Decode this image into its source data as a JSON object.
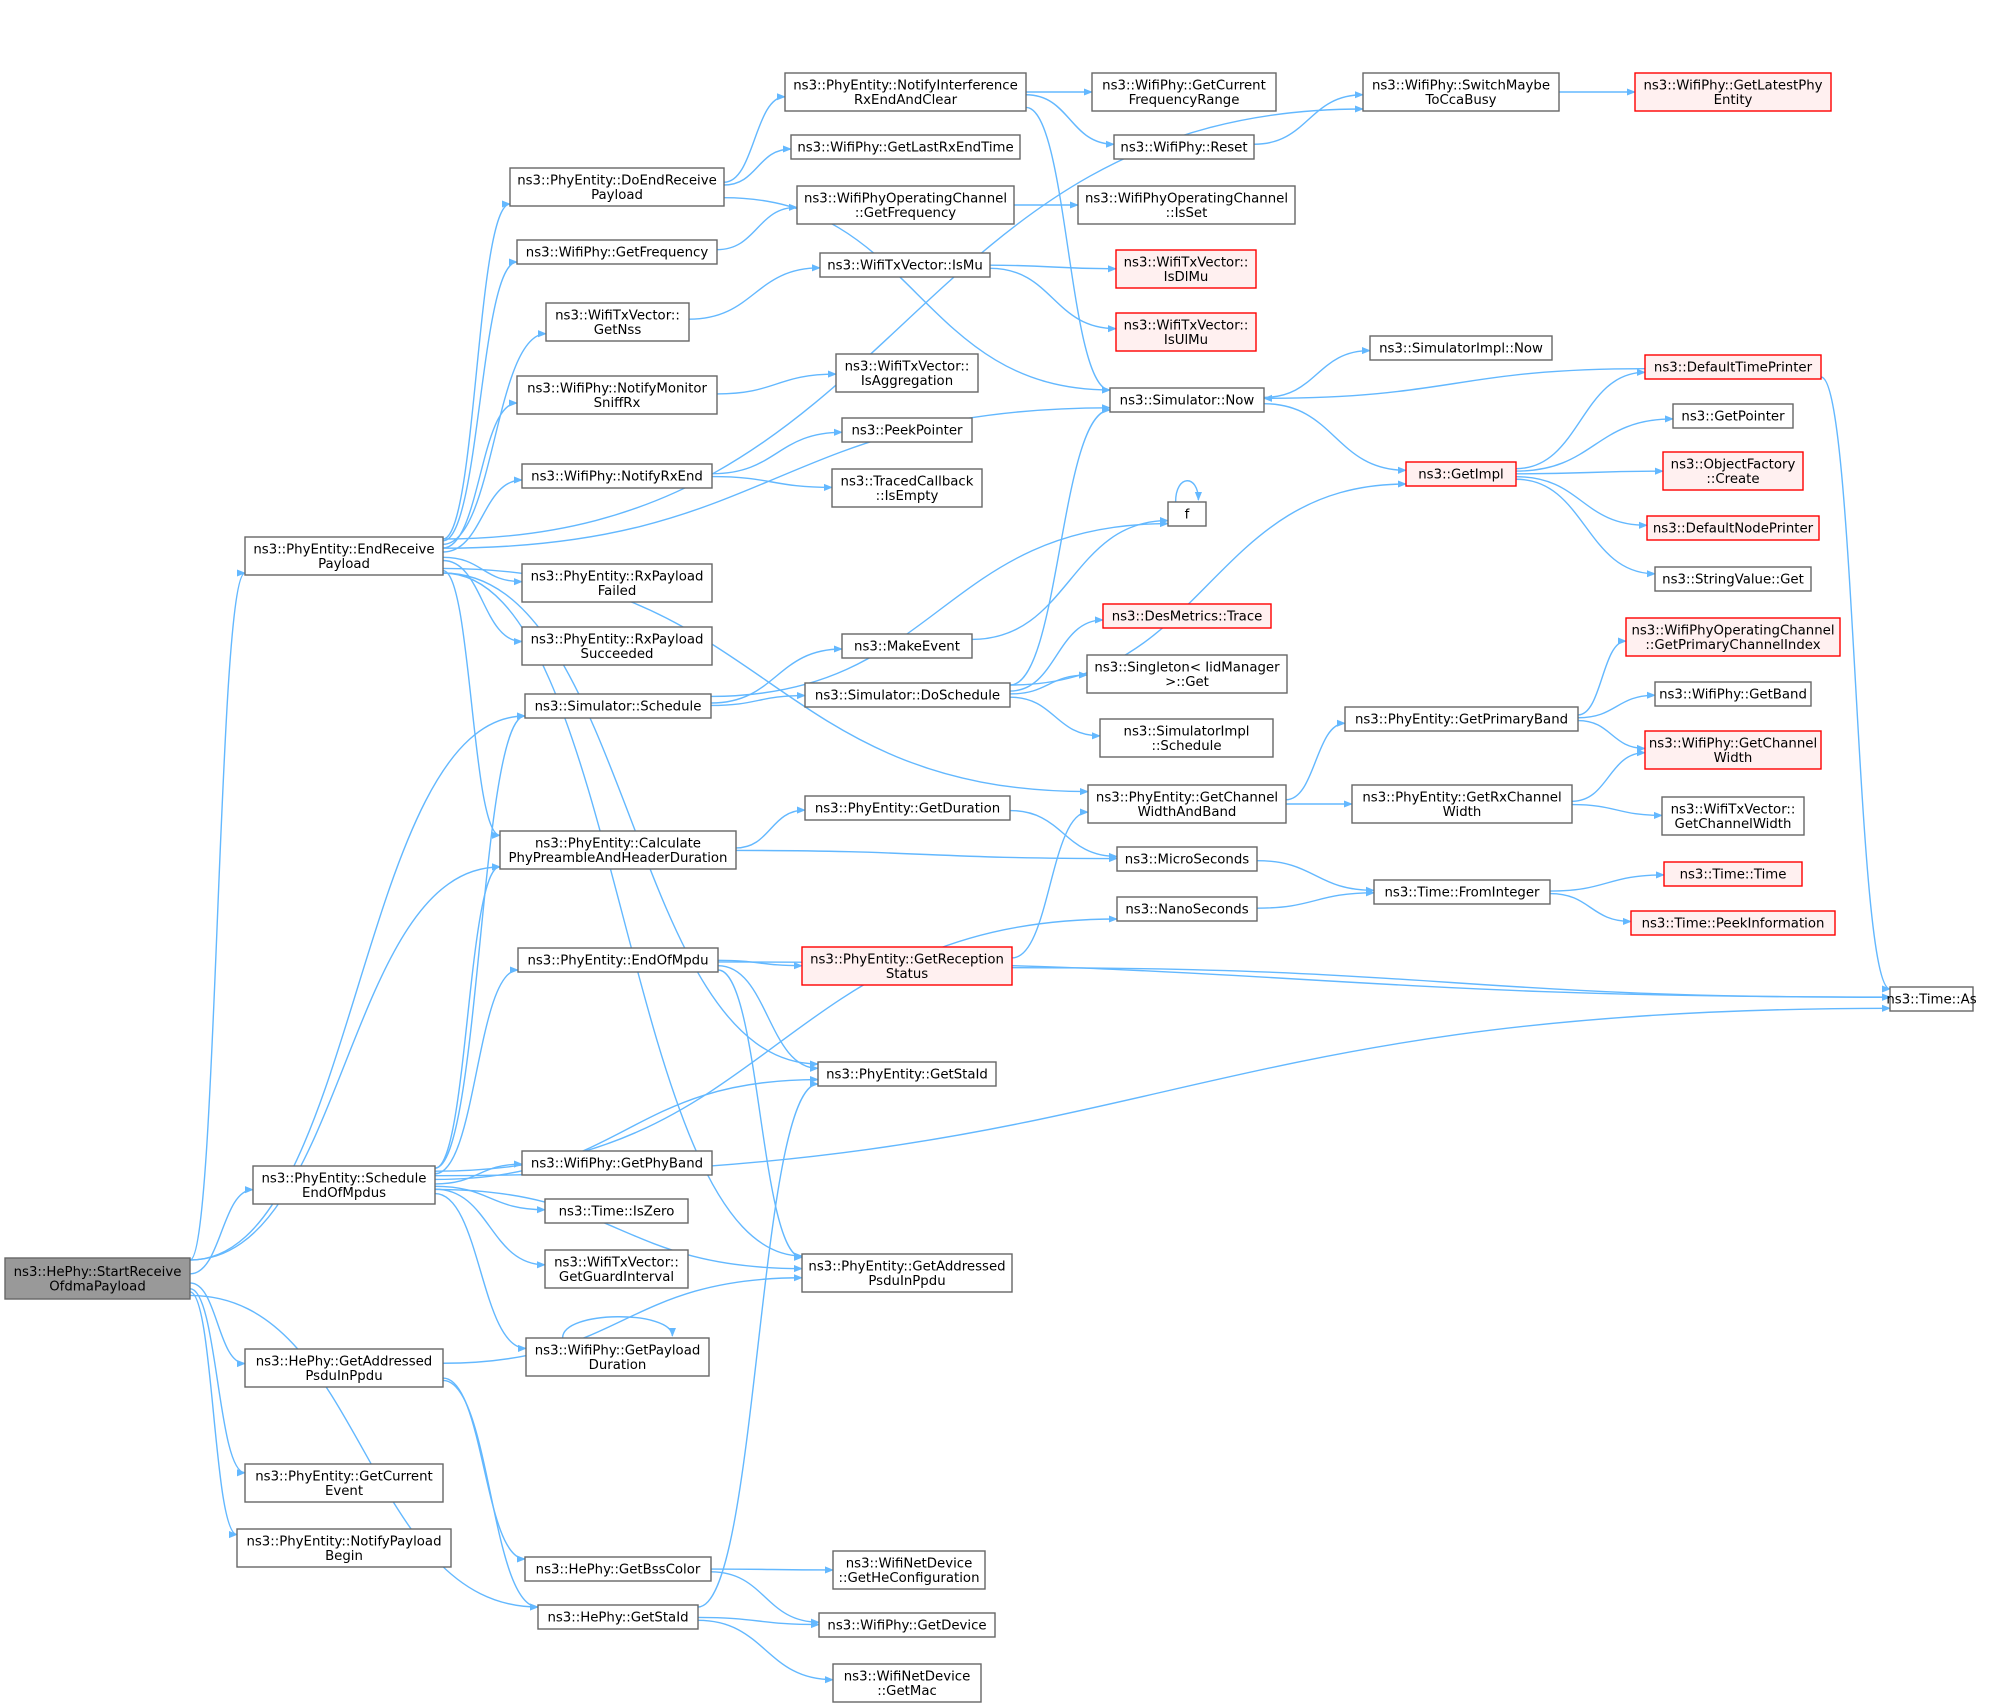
{
  "diagram": {
    "nodes": [
      {
        "id": "root",
        "lines": [
          "ns3::HePhy::StartReceive",
          "OfdmaPayload"
        ],
        "style": "root"
      },
      {
        "id": "endReceive",
        "lines": [
          "ns3::PhyEntity::EndReceive",
          "Payload"
        ]
      },
      {
        "id": "schedEnd",
        "lines": [
          "ns3::PhyEntity::Schedule",
          "EndOfMpdus"
        ]
      },
      {
        "id": "heGetAddr",
        "lines": [
          "ns3::HePhy::GetAddressed",
          "PsduInPpdu"
        ]
      },
      {
        "id": "getCurEvent",
        "lines": [
          "ns3::PhyEntity::GetCurrent",
          "Event"
        ]
      },
      {
        "id": "notifyPayload",
        "lines": [
          "ns3::PhyEntity::NotifyPayload",
          "Begin"
        ]
      },
      {
        "id": "doEndReceive",
        "lines": [
          "ns3::PhyEntity::DoEndReceive",
          "Payload"
        ]
      },
      {
        "id": "wpGetFreq",
        "lines": [
          "ns3::WifiPhy::GetFrequency"
        ]
      },
      {
        "id": "getNss",
        "lines": [
          "ns3::WifiTxVector::",
          "GetNss"
        ]
      },
      {
        "id": "notifyMonitor",
        "lines": [
          "ns3::WifiPhy::NotifyMonitor",
          "SniffRx"
        ]
      },
      {
        "id": "notifyRxEnd",
        "lines": [
          "ns3::WifiPhy::NotifyRxEnd"
        ]
      },
      {
        "id": "rxFailed",
        "lines": [
          "ns3::PhyEntity::RxPayload",
          "Failed"
        ]
      },
      {
        "id": "rxSucceeded",
        "lines": [
          "ns3::PhyEntity::RxPayload",
          "Succeeded"
        ]
      },
      {
        "id": "simSchedule",
        "lines": [
          "ns3::Simulator::Schedule"
        ]
      },
      {
        "id": "calcPre",
        "lines": [
          "ns3::PhyEntity::Calculate",
          "PhyPreambleAndHeaderDuration"
        ]
      },
      {
        "id": "endOfMpdu",
        "lines": [
          "ns3::PhyEntity::EndOfMpdu"
        ]
      },
      {
        "id": "getPhyBand",
        "lines": [
          "ns3::WifiPhy::GetPhyBand"
        ]
      },
      {
        "id": "isZero",
        "lines": [
          "ns3::Time::IsZero"
        ]
      },
      {
        "id": "guardInt",
        "lines": [
          "ns3::WifiTxVector::",
          "GetGuardInterval"
        ]
      },
      {
        "id": "getPayloadDur",
        "lines": [
          "ns3::WifiPhy::GetPayload",
          "Duration"
        ]
      },
      {
        "id": "getBssColor",
        "lines": [
          "ns3::HePhy::GetBssColor"
        ]
      },
      {
        "id": "heGetStaId",
        "lines": [
          "ns3::HePhy::GetStaId"
        ]
      },
      {
        "id": "notifyInterf",
        "lines": [
          "ns3::PhyEntity::NotifyInterference",
          "RxEndAndClear"
        ]
      },
      {
        "id": "lastRxEnd",
        "lines": [
          "ns3::WifiPhy::GetLastRxEndTime"
        ]
      },
      {
        "id": "opChanFreq",
        "lines": [
          "ns3::WifiPhyOperatingChannel",
          "::GetFrequency"
        ]
      },
      {
        "id": "isMu",
        "lines": [
          "ns3::WifiTxVector::IsMu"
        ]
      },
      {
        "id": "isAgg",
        "lines": [
          "ns3::WifiTxVector::",
          "IsAggregation"
        ]
      },
      {
        "id": "peekPtr",
        "lines": [
          "ns3::PeekPointer"
        ]
      },
      {
        "id": "tcIsEmpty",
        "lines": [
          "ns3::TracedCallback",
          "::IsEmpty"
        ]
      },
      {
        "id": "makeEvent",
        "lines": [
          "ns3::MakeEvent"
        ]
      },
      {
        "id": "doSchedule",
        "lines": [
          "ns3::Simulator::DoSchedule"
        ]
      },
      {
        "id": "getDuration",
        "lines": [
          "ns3::PhyEntity::GetDuration"
        ]
      },
      {
        "id": "recStatus",
        "lines": [
          "ns3::PhyEntity::GetReception",
          "Status"
        ],
        "style": "red"
      },
      {
        "id": "getStaId",
        "lines": [
          "ns3::PhyEntity::GetStaId"
        ]
      },
      {
        "id": "peGetAddr",
        "lines": [
          "ns3::PhyEntity::GetAddressed",
          "PsduInPpdu"
        ]
      },
      {
        "id": "getHeConf",
        "lines": [
          "ns3::WifiNetDevice",
          "::GetHeConfiguration"
        ]
      },
      {
        "id": "getDevice",
        "lines": [
          "ns3::WifiPhy::GetDevice"
        ]
      },
      {
        "id": "getMac",
        "lines": [
          "ns3::WifiNetDevice",
          "::GetMac"
        ]
      },
      {
        "id": "curFreqRange",
        "lines": [
          "ns3::WifiPhy::GetCurrent",
          "FrequencyRange"
        ]
      },
      {
        "id": "reset",
        "lines": [
          "ns3::WifiPhy::Reset"
        ]
      },
      {
        "id": "opChanIsSet",
        "lines": [
          "ns3::WifiPhyOperatingChannel",
          "::IsSet"
        ]
      },
      {
        "id": "isDlMu",
        "lines": [
          "ns3::WifiTxVector::",
          "IsDlMu"
        ],
        "style": "red"
      },
      {
        "id": "isUlMu",
        "lines": [
          "ns3::WifiTxVector::",
          "IsUlMu"
        ],
        "style": "red"
      },
      {
        "id": "simNow",
        "lines": [
          "ns3::Simulator::Now"
        ]
      },
      {
        "id": "f",
        "lines": [
          "f"
        ]
      },
      {
        "id": "desTrace",
        "lines": [
          "ns3::DesMetrics::Trace"
        ],
        "style": "red"
      },
      {
        "id": "singletonGet",
        "lines": [
          "ns3::Singleton< IidManager",
          ">::Get"
        ]
      },
      {
        "id": "simImplSched",
        "lines": [
          "ns3::SimulatorImpl",
          "::Schedule"
        ]
      },
      {
        "id": "chanWidthBand",
        "lines": [
          "ns3::PhyEntity::GetChannel",
          "WidthAndBand"
        ]
      },
      {
        "id": "microSec",
        "lines": [
          "ns3::MicroSeconds"
        ]
      },
      {
        "id": "nanoSec",
        "lines": [
          "ns3::NanoSeconds"
        ]
      },
      {
        "id": "switchCca",
        "lines": [
          "ns3::WifiPhy::SwitchMaybe",
          "ToCcaBusy"
        ]
      },
      {
        "id": "simImplNow",
        "lines": [
          "ns3::SimulatorImpl::Now"
        ]
      },
      {
        "id": "getImpl",
        "lines": [
          "ns3::GetImpl"
        ],
        "style": "red"
      },
      {
        "id": "primaryBand",
        "lines": [
          "ns3::PhyEntity::GetPrimaryBand"
        ]
      },
      {
        "id": "rxChanWidth",
        "lines": [
          "ns3::PhyEntity::GetRxChannel",
          "Width"
        ]
      },
      {
        "id": "fromInteger",
        "lines": [
          "ns3::Time::FromInteger"
        ]
      },
      {
        "id": "latestPhy",
        "lines": [
          "ns3::WifiPhy::GetLatestPhy",
          "Entity"
        ],
        "style": "red"
      },
      {
        "id": "defTimePrinter",
        "lines": [
          "ns3::DefaultTimePrinter"
        ],
        "style": "red"
      },
      {
        "id": "getPointer",
        "lines": [
          "ns3::GetPointer"
        ]
      },
      {
        "id": "objFactory",
        "lines": [
          "ns3::ObjectFactory",
          "::Create"
        ],
        "style": "red"
      },
      {
        "id": "defNodePrinter",
        "lines": [
          "ns3::DefaultNodePrinter"
        ],
        "style": "red"
      },
      {
        "id": "strValGet",
        "lines": [
          "ns3::StringValue::Get"
        ]
      },
      {
        "id": "primChanIdx",
        "lines": [
          "ns3::WifiPhyOperatingChannel",
          "::GetPrimaryChannelIndex"
        ],
        "style": "red"
      },
      {
        "id": "wpGetBand",
        "lines": [
          "ns3::WifiPhy::GetBand"
        ]
      },
      {
        "id": "wpChanWidth",
        "lines": [
          "ns3::WifiPhy::GetChannel",
          "Width"
        ],
        "style": "red"
      },
      {
        "id": "txvChanWidth",
        "lines": [
          "ns3::WifiTxVector::",
          "GetChannelWidth"
        ]
      },
      {
        "id": "timeTime",
        "lines": [
          "ns3::Time::Time"
        ],
        "style": "red"
      },
      {
        "id": "peekInfo",
        "lines": [
          "ns3::Time::PeekInformation"
        ],
        "style": "red"
      },
      {
        "id": "timeAs",
        "lines": [
          "ns3::Time::As"
        ]
      }
    ],
    "edges": [
      [
        "root",
        "endReceive"
      ],
      [
        "root",
        "simSchedule"
      ],
      [
        "root",
        "calcPre"
      ],
      [
        "root",
        "schedEnd"
      ],
      [
        "root",
        "heGetAddr"
      ],
      [
        "root",
        "getCurEvent"
      ],
      [
        "root",
        "notifyPayload"
      ],
      [
        "root",
        "heGetStaId"
      ],
      [
        "endReceive",
        "doEndReceive"
      ],
      [
        "endReceive",
        "wpGetFreq"
      ],
      [
        "endReceive",
        "getNss"
      ],
      [
        "endReceive",
        "notifyMonitor"
      ],
      [
        "endReceive",
        "notifyRxEnd"
      ],
      [
        "endReceive",
        "rxFailed"
      ],
      [
        "endReceive",
        "rxSucceeded"
      ],
      [
        "endReceive",
        "calcPre"
      ],
      [
        "endReceive",
        "simNow"
      ],
      [
        "endReceive",
        "chanWidthBand"
      ],
      [
        "endReceive",
        "getStaId"
      ],
      [
        "endReceive",
        "peGetAddr"
      ],
      [
        "endReceive",
        "switchCca"
      ],
      [
        "doEndReceive",
        "notifyInterf"
      ],
      [
        "doEndReceive",
        "lastRxEnd"
      ],
      [
        "doEndReceive",
        "simNow"
      ],
      [
        "wpGetFreq",
        "opChanFreq"
      ],
      [
        "getNss",
        "isMu"
      ],
      [
        "notifyMonitor",
        "isAgg"
      ],
      [
        "notifyRxEnd",
        "peekPtr"
      ],
      [
        "notifyRxEnd",
        "tcIsEmpty"
      ],
      [
        "schedEnd",
        "simSchedule"
      ],
      [
        "schedEnd",
        "calcPre"
      ],
      [
        "schedEnd",
        "endOfMpdu"
      ],
      [
        "schedEnd",
        "getStaId"
      ],
      [
        "schedEnd",
        "getPhyBand"
      ],
      [
        "schedEnd",
        "isZero"
      ],
      [
        "schedEnd",
        "guardInt"
      ],
      [
        "schedEnd",
        "getPayloadDur"
      ],
      [
        "schedEnd",
        "peGetAddr"
      ],
      [
        "schedEnd",
        "nanoSec"
      ],
      [
        "schedEnd",
        "timeAs"
      ],
      [
        "heGetAddr",
        "getBssColor"
      ],
      [
        "heGetAddr",
        "heGetStaId"
      ],
      [
        "heGetAddr",
        "peGetAddr"
      ],
      [
        "simSchedule",
        "makeEvent"
      ],
      [
        "simSchedule",
        "doSchedule"
      ],
      [
        "simSchedule",
        "f"
      ],
      [
        "calcPre",
        "getDuration"
      ],
      [
        "calcPre",
        "microSec"
      ],
      [
        "endOfMpdu",
        "recStatus"
      ],
      [
        "endOfMpdu",
        "getStaId"
      ],
      [
        "endOfMpdu",
        "peGetAddr"
      ],
      [
        "endOfMpdu",
        "timeAs"
      ],
      [
        "getPayloadDur",
        "getPayloadDur"
      ],
      [
        "getBssColor",
        "getHeConf"
      ],
      [
        "getBssColor",
        "getDevice"
      ],
      [
        "heGetStaId",
        "getDevice"
      ],
      [
        "heGetStaId",
        "getMac"
      ],
      [
        "heGetStaId",
        "getStaId"
      ],
      [
        "notifyInterf",
        "curFreqRange"
      ],
      [
        "notifyInterf",
        "reset"
      ],
      [
        "notifyInterf",
        "simNow"
      ],
      [
        "opChanFreq",
        "opChanIsSet"
      ],
      [
        "isMu",
        "isDlMu"
      ],
      [
        "isMu",
        "isUlMu"
      ],
      [
        "makeEvent",
        "f"
      ],
      [
        "f",
        "f"
      ],
      [
        "doSchedule",
        "simNow"
      ],
      [
        "doSchedule",
        "getImpl"
      ],
      [
        "doSchedule",
        "desTrace"
      ],
      [
        "doSchedule",
        "singletonGet"
      ],
      [
        "doSchedule",
        "simImplSched"
      ],
      [
        "getDuration",
        "microSec"
      ],
      [
        "recStatus",
        "chanWidthBand"
      ],
      [
        "recStatus",
        "timeAs"
      ],
      [
        "reset",
        "switchCca"
      ],
      [
        "switchCca",
        "latestPhy"
      ],
      [
        "simNow",
        "simImplNow"
      ],
      [
        "simNow",
        "getImpl"
      ],
      [
        "chanWidthBand",
        "primaryBand"
      ],
      [
        "chanWidthBand",
        "rxChanWidth"
      ],
      [
        "microSec",
        "fromInteger"
      ],
      [
        "nanoSec",
        "fromInteger"
      ],
      [
        "getImpl",
        "defTimePrinter"
      ],
      [
        "getImpl",
        "getPointer"
      ],
      [
        "getImpl",
        "objFactory"
      ],
      [
        "getImpl",
        "defNodePrinter"
      ],
      [
        "getImpl",
        "strValGet"
      ],
      [
        "defTimePrinter",
        "simNow"
      ],
      [
        "defTimePrinter",
        "timeAs"
      ],
      [
        "primaryBand",
        "primChanIdx"
      ],
      [
        "primaryBand",
        "wpGetBand"
      ],
      [
        "primaryBand",
        "wpChanWidth"
      ],
      [
        "rxChanWidth",
        "wpChanWidth"
      ],
      [
        "rxChanWidth",
        "txvChanWidth"
      ],
      [
        "fromInteger",
        "timeTime"
      ],
      [
        "fromInteger",
        "peekInfo"
      ]
    ]
  },
  "colors": {
    "edge": "#63b8ff",
    "node_border": "#666666",
    "root_fill": "#999999",
    "highlight_border": "#ff0000",
    "highlight_fill": "#fff0f0"
  }
}
